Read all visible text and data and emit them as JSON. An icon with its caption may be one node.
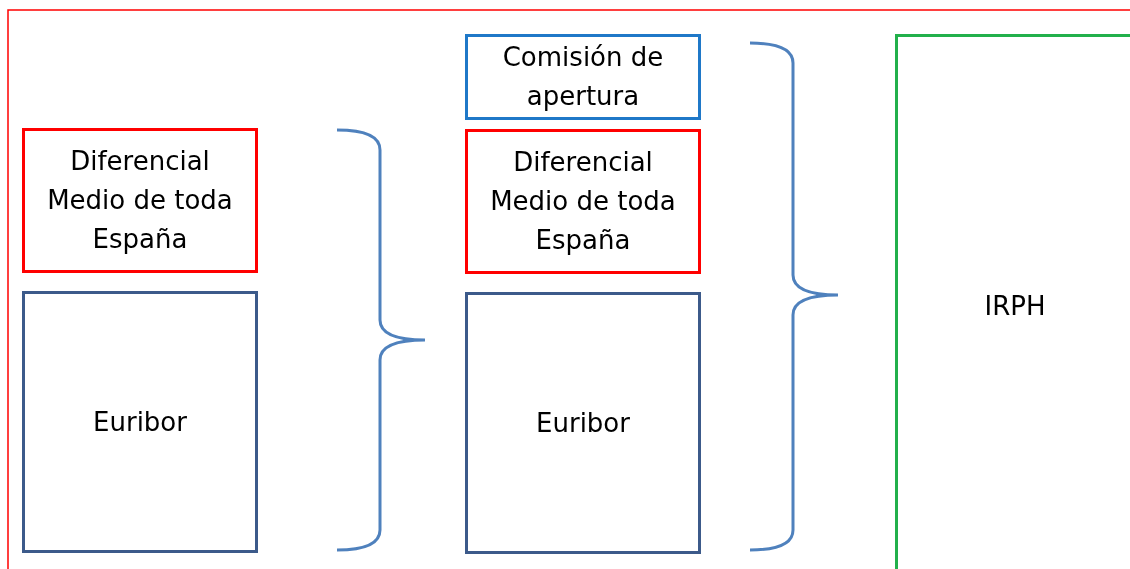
{
  "diagram": {
    "nodes": [
      {
        "text": [
          "Diferencial Medio de toda España"
        ]
      },
      {
        "text": [
          "Euribor"
        ]
      },
      {
        "text": [
          "Comisión de apertura"
        ]
      },
      {
        "text": [
          "Diferencial Medio de toda España"
        ]
      },
      {
        "text": [
          "Euribor"
        ]
      },
      {
        "text": [
          "IRPH"
        ]
      }
    ]
  }
}
